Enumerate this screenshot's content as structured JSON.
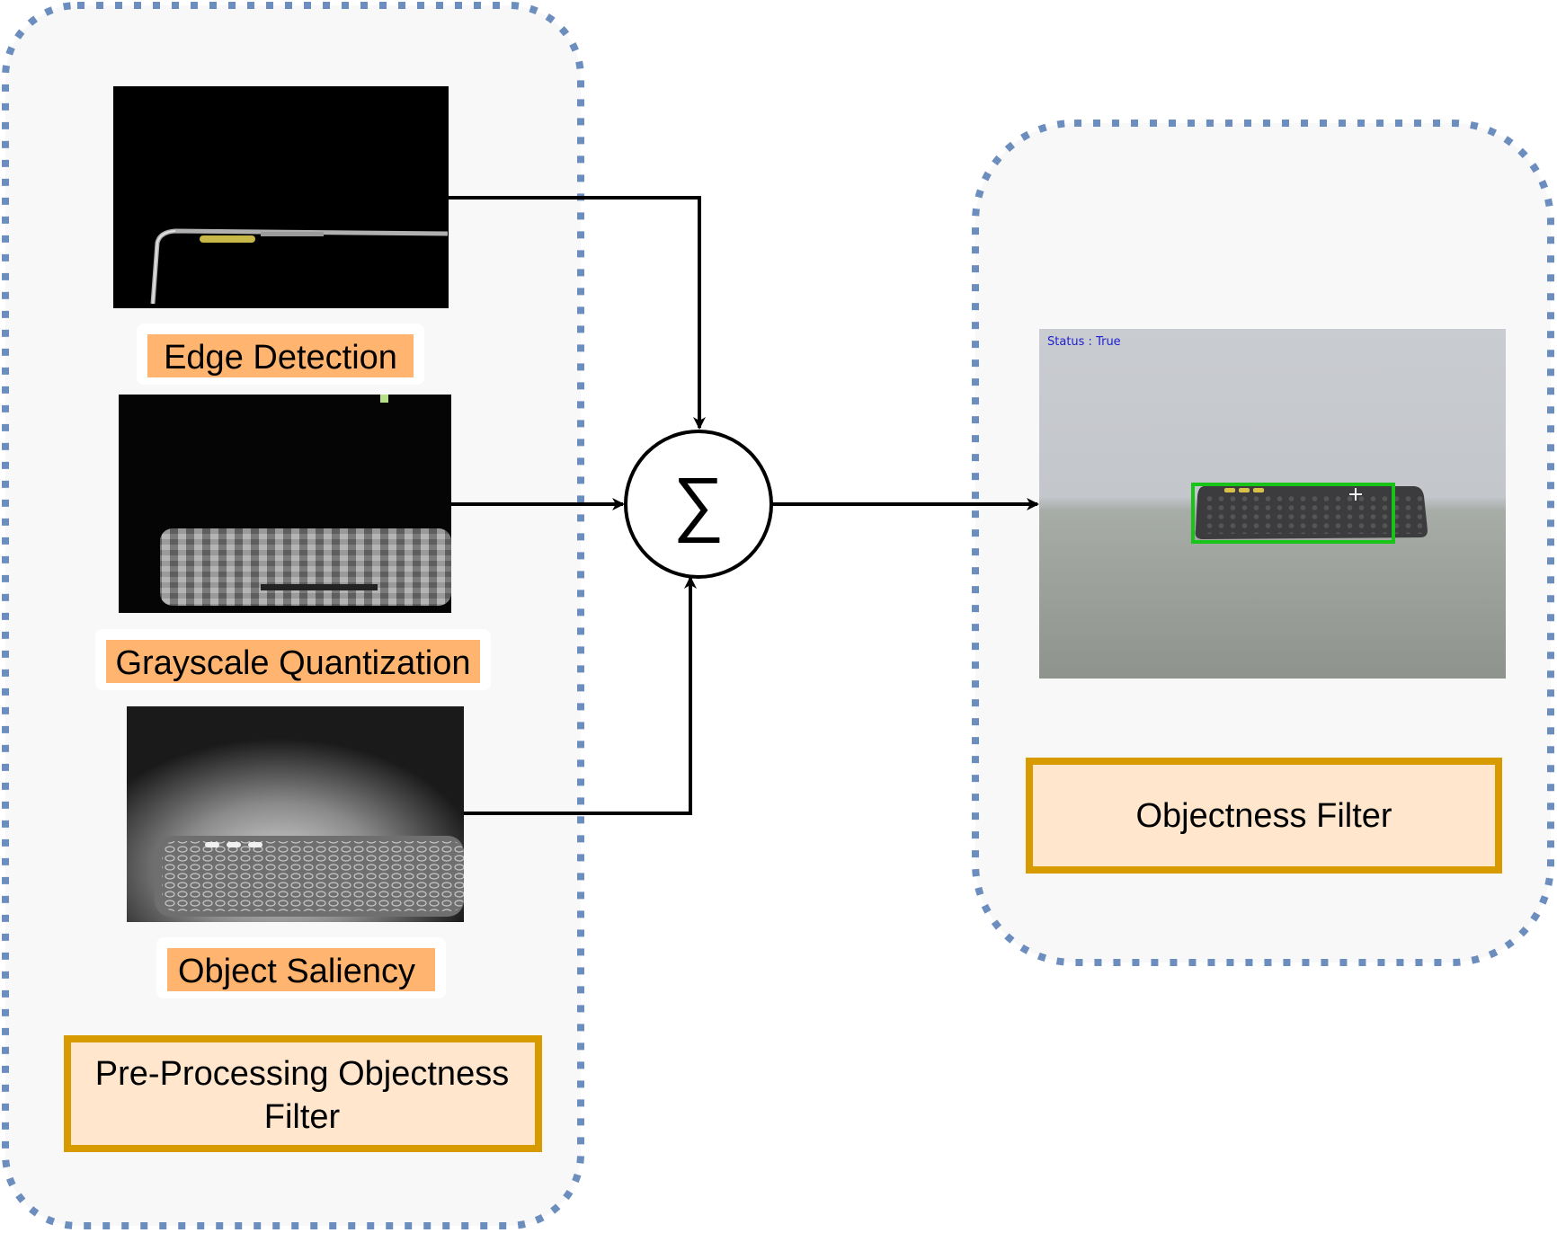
{
  "left_panel": {
    "stage_labels": [
      "Edge Detection",
      "Grayscale Quantization",
      "Object Saliency"
    ],
    "title_line1": "Pre-Processing Objectness",
    "title_line2": "Filter"
  },
  "sum_node": {
    "symbol": "∑"
  },
  "right_panel": {
    "status_text": "Status : True",
    "title": "Objectness Filter"
  },
  "colors": {
    "container_border": "#6c8ebf",
    "container_fill": "#f8f8f8",
    "stage_label_fill": "#ffb570",
    "title_box_fill": "#ffe6cc",
    "title_box_border": "#d79b00",
    "detection_box": "#19c419"
  }
}
